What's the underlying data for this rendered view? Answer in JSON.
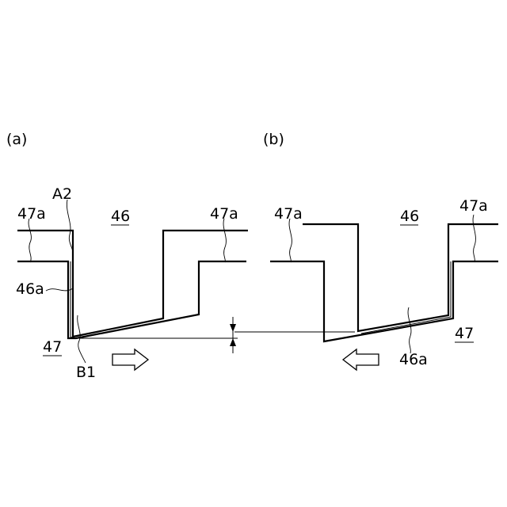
{
  "panel_a": {
    "tag": "(a)",
    "labels": {
      "l47a_left": "47a",
      "a2": "A2",
      "l46": "46",
      "l47a_right": "47a",
      "l46a": "46a",
      "l47": "47",
      "b1": "B1"
    },
    "arrow_direction": "right"
  },
  "panel_b": {
    "tag": "(b)",
    "labels": {
      "l47a_left": "47a",
      "l46": "46",
      "l47a_right": "47a",
      "l46a": "46a",
      "l47": "47"
    },
    "arrow_direction": "left"
  }
}
